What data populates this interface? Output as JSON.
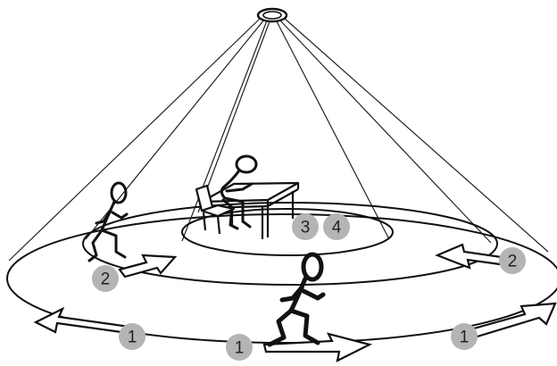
{
  "diagram": {
    "badges": [
      {
        "id": "badge-zone-1-left",
        "label": "1"
      },
      {
        "id": "badge-zone-1-center",
        "label": "1"
      },
      {
        "id": "badge-zone-1-right",
        "label": "1"
      },
      {
        "id": "badge-zone-2-left",
        "label": "2"
      },
      {
        "id": "badge-zone-2-right",
        "label": "2"
      },
      {
        "id": "badge-zone-3",
        "label": "3"
      },
      {
        "id": "badge-zone-4",
        "label": "4"
      }
    ],
    "colors": {
      "badge": "#b4b4b4",
      "line": "#111111",
      "background": "#ffffff"
    },
    "icons": [
      "ceiling-sensor-icon",
      "walking-person-icon",
      "seated-person-icon",
      "desk-icon",
      "chair-icon",
      "arrow-icon"
    ]
  }
}
